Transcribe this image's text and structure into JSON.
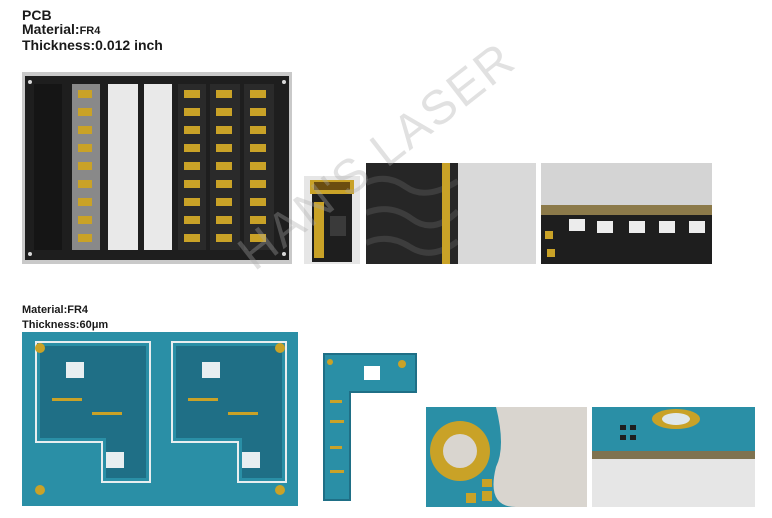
{
  "section1": {
    "title": "PCB",
    "material_label": "Material:",
    "material_value": "FR4",
    "thickness_label": "Thickness:",
    "thickness_value": "0.012 inch"
  },
  "section2": {
    "material_label": "Material:",
    "material_value": "FR4",
    "thickness_label": "Thickness:",
    "thickness_value": "60μm"
  },
  "watermark": "HAN'S LASER",
  "colors": {
    "pcb_black": "#1e1e1e",
    "pcb_gold": "#c9a227",
    "pcb_blue": "#2a8fa6",
    "pcb_blue_dark": "#1f6f86",
    "panel_grey": "#b8b8b8"
  }
}
